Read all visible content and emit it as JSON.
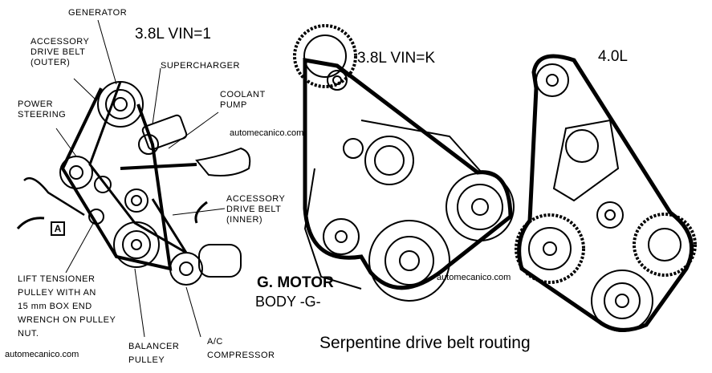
{
  "left_diagram": {
    "engine_label": "3.8L  VIN=1",
    "parts": {
      "generator": "GENERATOR",
      "drive_belt_outer": [
        "ACCESSORY",
        "DRIVE BELT",
        "(OUTER)"
      ],
      "supercharger": "SUPERCHARGER",
      "coolant_pump": [
        "COOLANT",
        "PUMP"
      ],
      "power_steering": [
        "POWER",
        "STEERING"
      ],
      "drive_belt_inner": [
        "ACCESSORY",
        "DRIVE BELT",
        "(INNER)"
      ],
      "marker": "A",
      "lift_tensioner": [
        "LIFT TENSIONER",
        "PULLEY WITH AN",
        "15 mm BOX END",
        "WRENCH ON PULLEY",
        "NUT."
      ],
      "balancer_pulley": [
        "BALANCER",
        "PULLEY"
      ],
      "ac_compressor": [
        "A/C",
        "COMPRESSOR"
      ]
    }
  },
  "middle_diagram": {
    "engine_label": "3.8L  VIN=K"
  },
  "right_diagram": {
    "engine_label": "4.0L"
  },
  "watermarks": [
    "automecanico.com",
    "automecanico.com",
    "automecanico.com"
  ],
  "brand": {
    "motor": "G. MOTOR",
    "body": "BODY -G-"
  },
  "caption": "Serpentine  drive belt routing"
}
